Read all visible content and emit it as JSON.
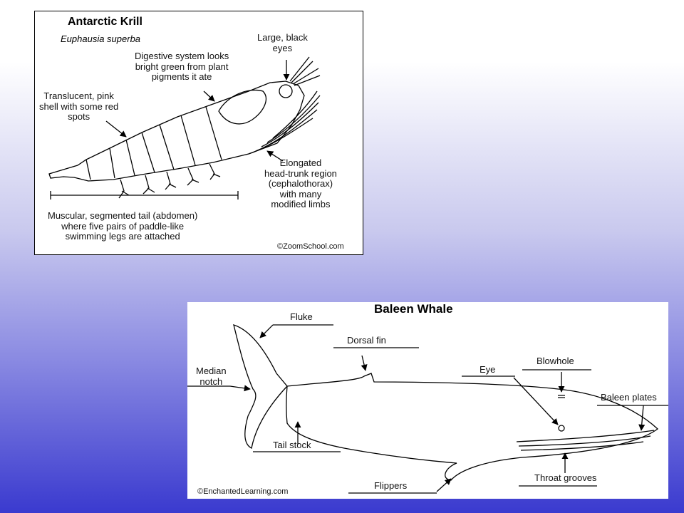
{
  "krill": {
    "title": "Antarctic Krill",
    "subtitle": "Euphausia superba",
    "labels": {
      "eyes": "Large, black\neyes",
      "digestive": "Digestive system looks\nbright green from plant\npigments it ate",
      "shell": "Translucent, pink\nshell with some red\nspots",
      "headtrunk": "Elongated\nhead-trunk region\n(cephalothorax)\nwith many\nmodified limbs",
      "tail": "Muscular, segmented tail (abdomen)\nwhere five pairs of paddle-like\nswimming legs are attached"
    },
    "copyright": "©ZoomSchool.com"
  },
  "whale": {
    "title": "Baleen Whale",
    "labels": {
      "fluke": "Fluke",
      "dorsal": "Dorsal fin",
      "median": "Median\nnotch",
      "eye": "Eye",
      "blowhole": "Blowhole",
      "baleen": "Baleen plates",
      "tailstock": "Tail stock",
      "throat": "Throat grooves",
      "flippers": "Flippers"
    },
    "copyright": "©EnchantedLearning.com"
  }
}
